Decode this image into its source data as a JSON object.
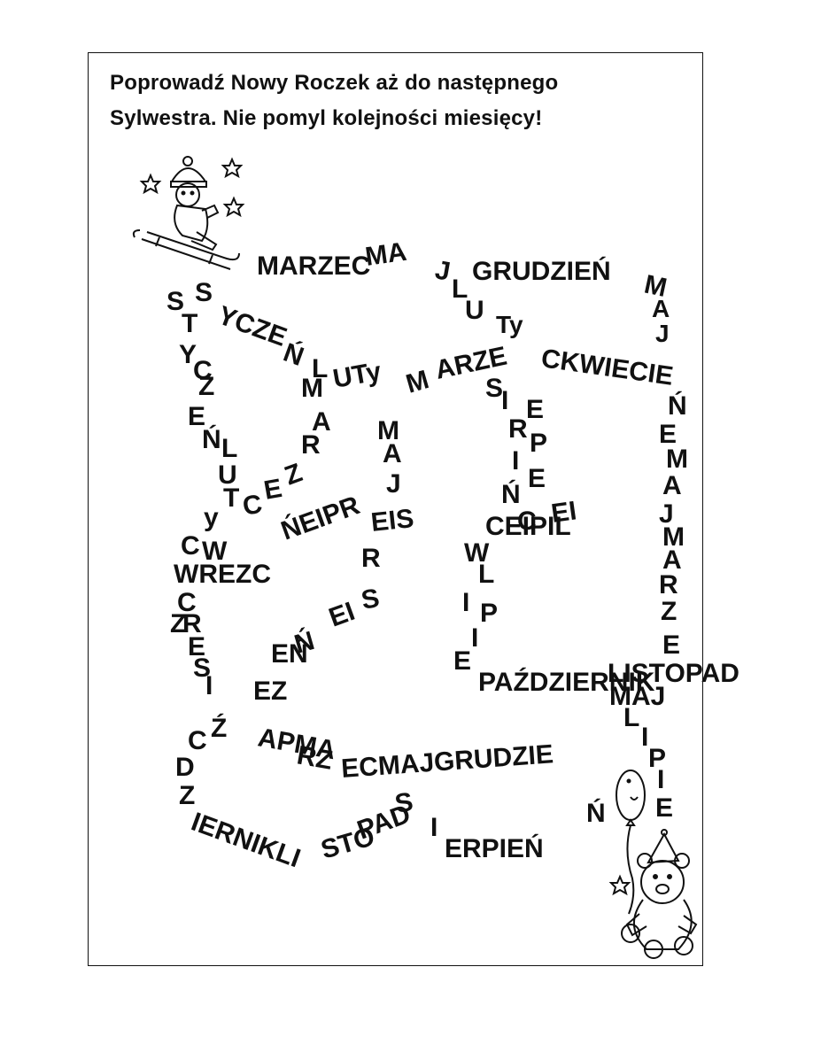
{
  "title_line1": "Poprowadź Nowy Roczek aż do następnego",
  "title_line2": "Sylwestra. Nie pomyl kolejności miesięcy!",
  "maze_letters": [
    "MARZEC",
    "MA",
    "J",
    "L",
    "U",
    "Ty",
    "GRUDZIEŃ",
    "M",
    "A",
    "J",
    "S",
    "S",
    "T",
    "YCZE",
    "Ń",
    "L",
    "UTy",
    "M",
    "ARZE",
    "CKWIECIE",
    "Ń",
    "Y",
    "C",
    "Z",
    "E",
    "Ń",
    "L",
    "U",
    "T",
    "y",
    "C",
    "E",
    "Z",
    "R",
    "A",
    "M",
    "M",
    "A",
    "J",
    "S",
    "I",
    "E",
    "R",
    "P",
    "I",
    "E",
    "Ń",
    "E",
    "M",
    "A",
    "J",
    "M",
    "A",
    "R",
    "Z",
    "E",
    "C",
    "W",
    "ŃEIPR",
    "EIS",
    "CEIPIL",
    "C",
    "EI",
    "WREZC",
    "R",
    "W",
    "L",
    "I",
    "P",
    "I",
    "E",
    "C",
    "R",
    "Z",
    "E",
    "S",
    "I",
    "EŃ",
    "Ń",
    "EI",
    "S",
    "EZ",
    "PAŹDZIERNIK",
    "LISTOPAD",
    "MAJ",
    "L",
    "I",
    "P",
    "I",
    "E",
    "C",
    "Ź",
    "APMA",
    "RZ",
    "ECMAJGRUDZIE",
    "Ń",
    "D",
    "Z",
    "IERNIKLI",
    "STO",
    "PAD",
    "S",
    "I",
    "ERPIEŃ"
  ]
}
